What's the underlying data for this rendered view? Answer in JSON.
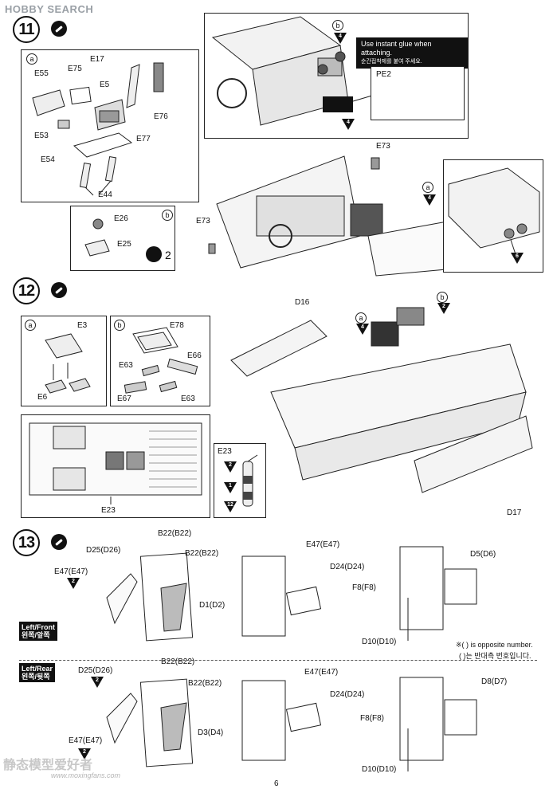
{
  "header": {
    "logo": "HOBBY SEARCH"
  },
  "step11": {
    "number": "11",
    "box_a": {
      "sub": "a",
      "parts": [
        "E55",
        "E75",
        "E17",
        "E5",
        "E53",
        "E54",
        "E77",
        "E76",
        "E44"
      ]
    },
    "box_b": {
      "sub": "b",
      "parts": [
        "E26",
        "E25"
      ],
      "mark_count": "2"
    },
    "inset": {
      "sub": "b",
      "tri": "4",
      "glue_note_en": "Use instant glue when attaching.",
      "glue_note_ko": "순간접착제를 붙여 주세요.",
      "part": "PE2",
      "tri_bottom": "4"
    },
    "main": {
      "e73_top": "E73",
      "e73_left": "E73",
      "sub_a": "a",
      "tri_a": "4"
    },
    "right_inset": {
      "tri": "6"
    }
  },
  "step12": {
    "number": "12",
    "box_a": {
      "sub": "a",
      "parts": [
        "E3",
        "E6"
      ]
    },
    "box_b": {
      "sub": "b",
      "parts": [
        "E78",
        "E63",
        "E66",
        "E67",
        "E63"
      ]
    },
    "plan": {
      "part": "E23"
    },
    "extinguisher": {
      "title": "E23",
      "tri1": "2",
      "tri2": "1",
      "tri3": "12"
    },
    "main": {
      "d16": "D16",
      "d17": "D17",
      "sub_a": "a",
      "tri_a": "4",
      "sub_b": "b",
      "tri_b": "2"
    }
  },
  "step13": {
    "number": "13",
    "row1": {
      "tag_en": "Left/Front",
      "tag_ko": "왼쪽/앞쪽",
      "d25": "D25(D26)",
      "b22a": "B22(B22)",
      "b22b": "B22(B22)",
      "e47a": "E47(E47)",
      "tri_a": "2",
      "d1": "D1(D2)",
      "e47b": "E47(E47)",
      "d24": "D24(D24)",
      "f8": "F8(F8)",
      "d5": "D5(D6)",
      "d10": "D10(D10)"
    },
    "note": {
      "en": "※( ) is opposite number.",
      "ko": "( )는 반대측 번호입니다."
    },
    "row2": {
      "tag_en": "Left/Rear",
      "tag_ko": "왼쪽/뒷쪽",
      "d25": "D25(D26)",
      "tri_b": "2",
      "b22a": "B22(B22)",
      "b22b": "B22(B22)",
      "d3": "D3(D4)",
      "e47a": "E47(E47)",
      "tri_c": "2",
      "e47b": "E47(E47)",
      "d24": "D24(D24)",
      "f8": "F8(F8)",
      "d8": "D8(D7)",
      "d10": "D10(D10)"
    }
  },
  "footer": {
    "page": "6",
    "watermark": "静态模型爱好者",
    "watermark_url": "www.moxingfans.com"
  }
}
